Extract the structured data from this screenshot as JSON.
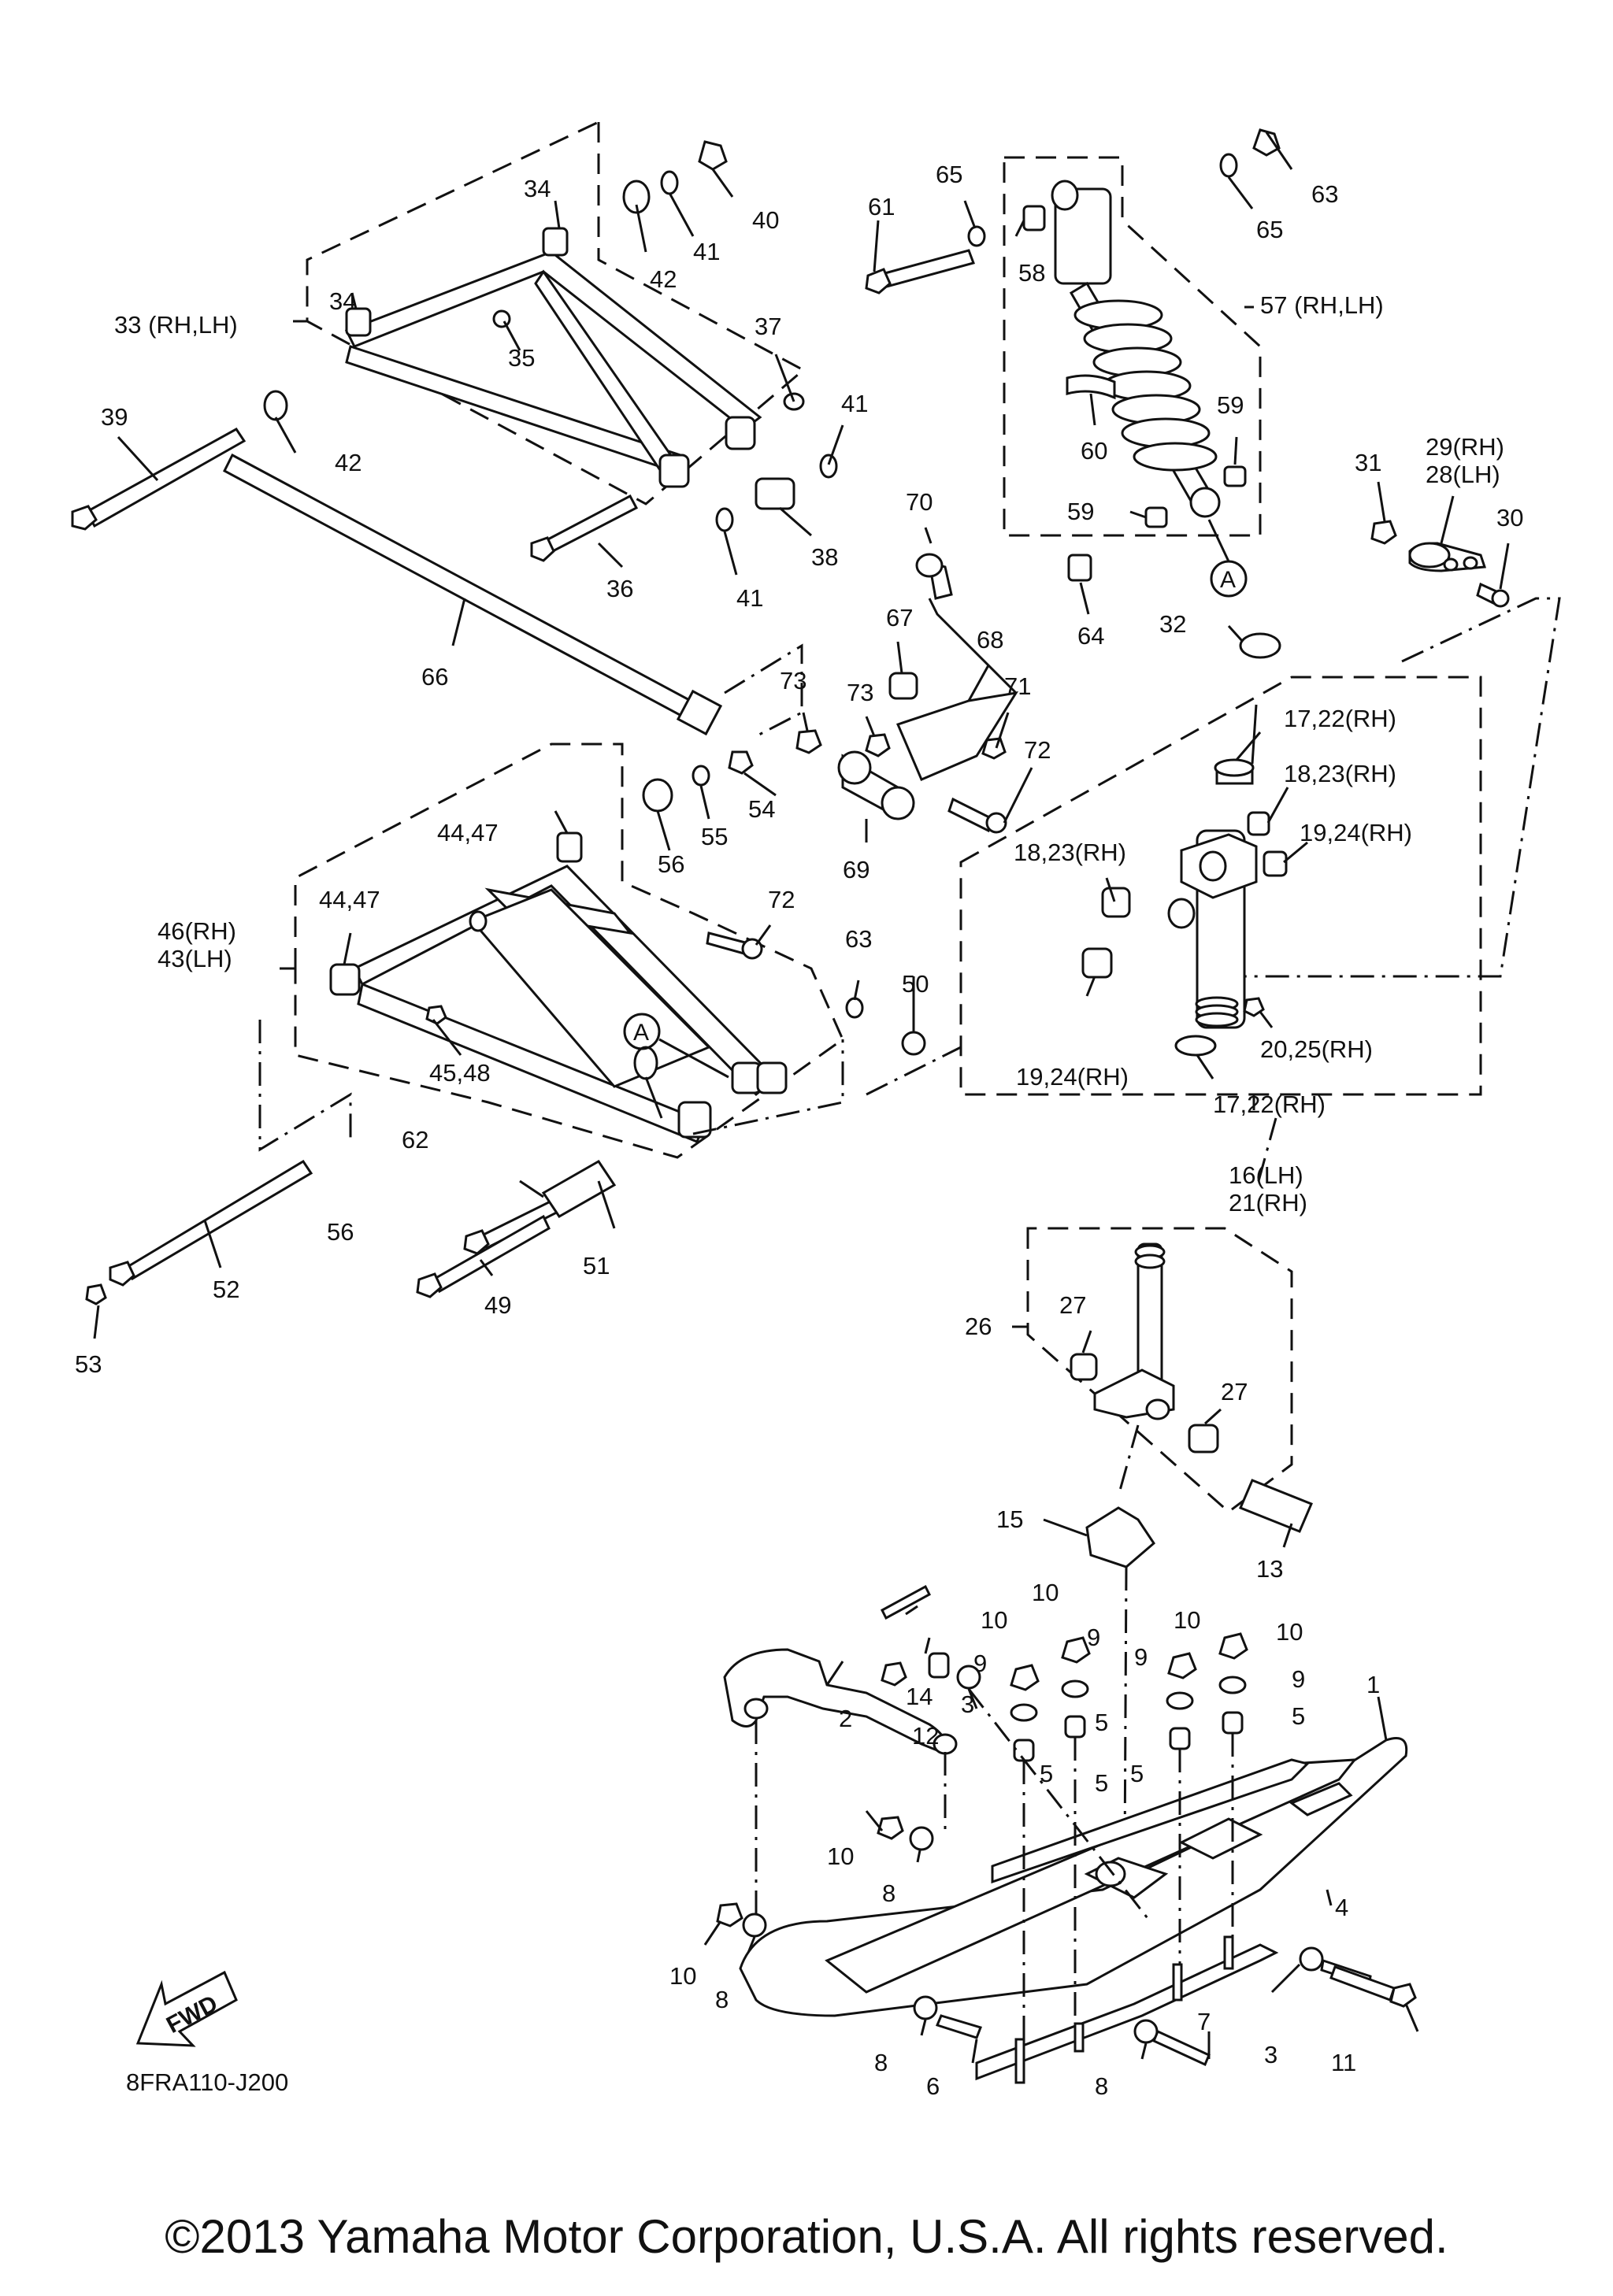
{
  "diagram_code": "8FRA110-J200",
  "copyright": "©2013 Yamaha Motor Corporation, U.S.A. All rights reserved.",
  "fwd_label": "FWD",
  "ref_marker": "A",
  "callouts": {
    "c1": "1",
    "c2": "2",
    "c3a": "3",
    "c3b": "3",
    "c4": "4",
    "c5a": "5",
    "c5b": "5",
    "c5c": "5",
    "c5d": "5",
    "c6": "6",
    "c7": "7",
    "c8a": "8",
    "c8b": "8",
    "c8c": "8",
    "c8d": "8",
    "c9a": "9",
    "c9b": "9",
    "c9c": "9",
    "c9d": "9",
    "c10a": "10",
    "c10b": "10",
    "c10c": "10",
    "c10d": "10",
    "c10e": "10",
    "c10f": "10",
    "c11": "11",
    "c12": "12",
    "c13": "13",
    "c14": "14",
    "c15": "15",
    "c16": "16(LH)",
    "c21": "21(RH)",
    "c17a": "17,22(RH)",
    "c17b": "17,22(RH)",
    "c18a": "18,23(RH)",
    "c18b": "18,23(RH)",
    "c19a": "19,24(RH)",
    "c19b": "19,24(RH)",
    "c20": "20,25(RH)",
    "c26": "26",
    "c27a": "27",
    "c27b": "27",
    "c29": "29(RH)",
    "c28": "28(LH)",
    "c30": "30",
    "c31": "31",
    "c32": "32",
    "c33": "33 (RH,LH)",
    "c34a": "34",
    "c34b": "34",
    "c35": "35",
    "c36": "36",
    "c37": "37",
    "c38": "38",
    "c39": "39",
    "c40": "40",
    "c41a": "41",
    "c41b": "41",
    "c41c": "41",
    "c42a": "42",
    "c42b": "42",
    "c44a": "44,47",
    "c44b": "44,47",
    "c46": "46(RH)",
    "c43": "43(LH)",
    "c45": "45,48",
    "c49": "49",
    "c50": "50",
    "c51": "51",
    "c52": "52",
    "c53": "53",
    "c54": "54",
    "c55": "55",
    "c56a": "56",
    "c56b": "56",
    "c57": "57 (RH,LH)",
    "c58": "58",
    "c59a": "59",
    "c59b": "59",
    "c60": "60",
    "c61": "61",
    "c62": "62",
    "c63a": "63",
    "c63b": "63",
    "c64": "64",
    "c65a": "65",
    "c65b": "65",
    "c66": "66",
    "c67": "67",
    "c68": "68",
    "c69": "69",
    "c70": "70",
    "c71": "71",
    "c72a": "72",
    "c72b": "72",
    "c73a": "73",
    "c73b": "73"
  }
}
